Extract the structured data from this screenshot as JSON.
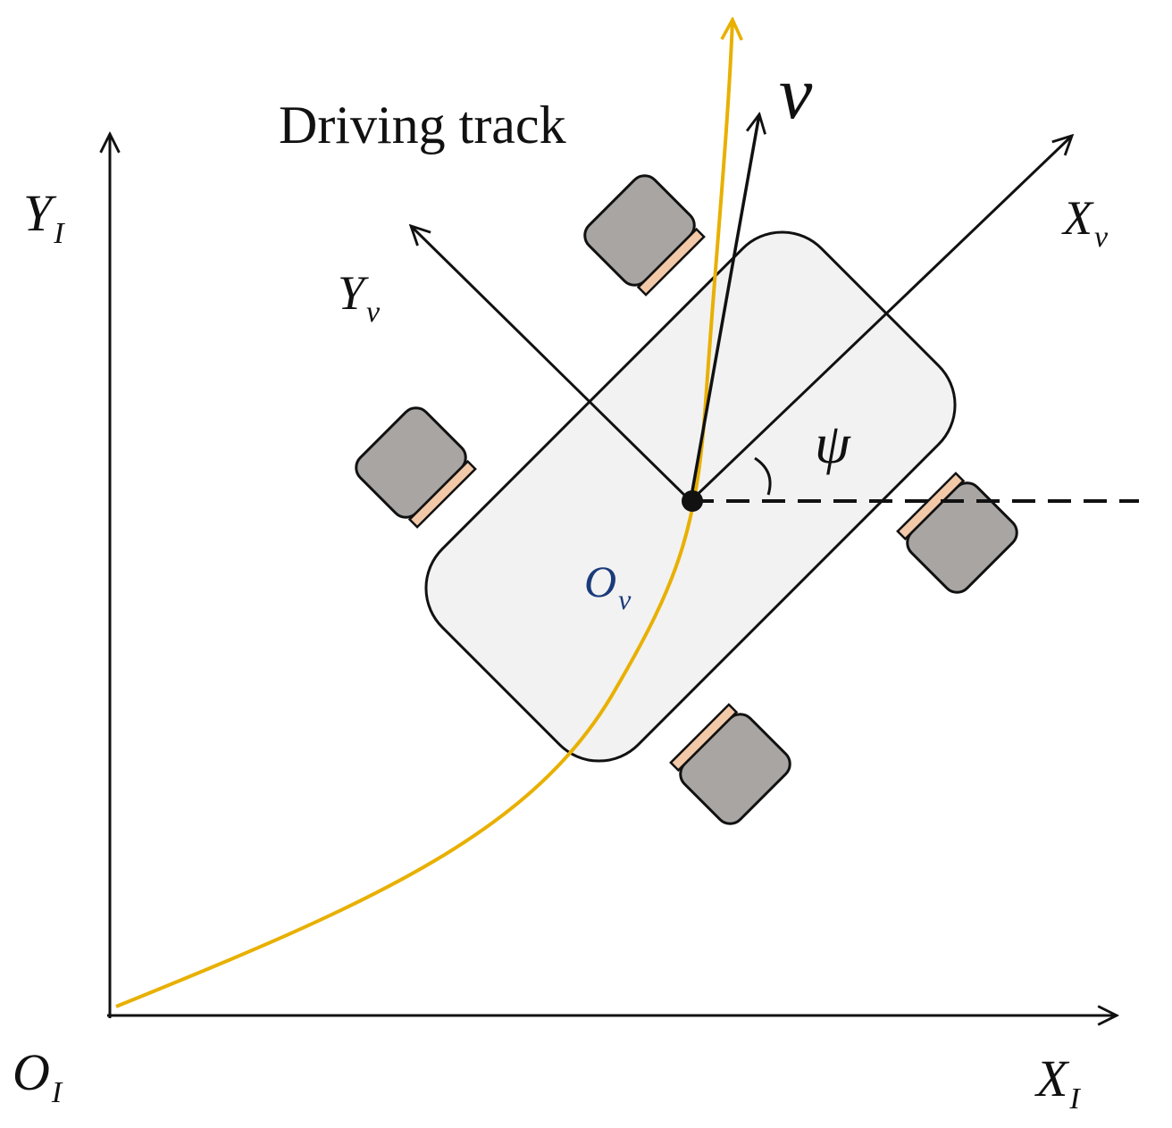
{
  "labels": {
    "track": "Driving track",
    "velocity": "v",
    "psi": "ψ",
    "yi": {
      "main": "Y",
      "sub": "I"
    },
    "xi": {
      "main": "X",
      "sub": "I"
    },
    "oi": {
      "main": "O",
      "sub": "I"
    },
    "yv": {
      "main": "Y",
      "sub": "v"
    },
    "xv": {
      "main": "X",
      "sub": "v"
    },
    "ov": {
      "main": "O",
      "sub": "v"
    }
  },
  "colors": {
    "track": "#E8B000",
    "vehicle_body": "#F2F2F2",
    "wheel": "#A8A5A3",
    "wheel_hub": "#F2C9A8",
    "ov_label": "#1A3B7A",
    "axes": "#111111"
  },
  "heading_angle_deg": 45
}
